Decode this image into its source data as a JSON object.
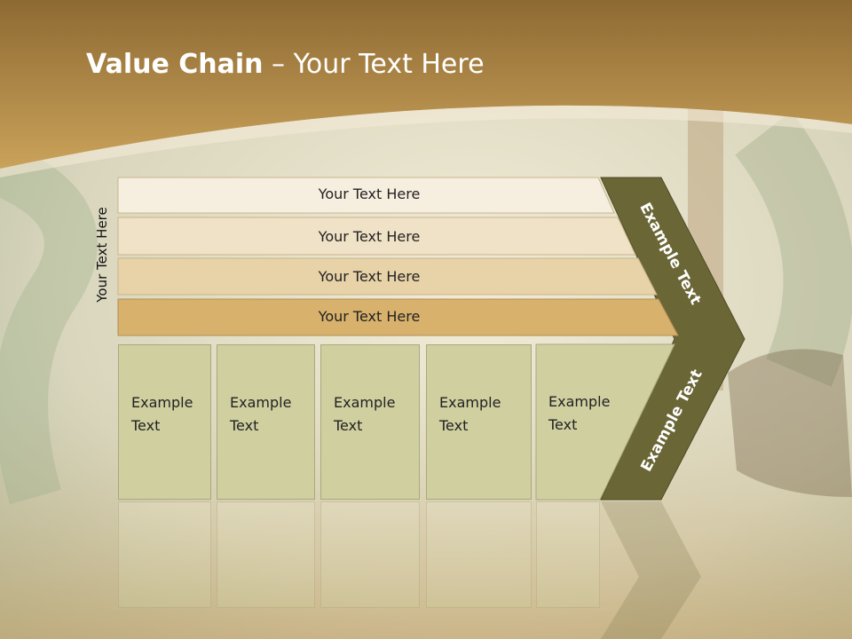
{
  "title": {
    "bold": "Value Chain",
    "rest": " – Your Text Here"
  },
  "side_label": "Your Text Here",
  "bars": [
    {
      "label": "Your Text Here",
      "color": "#f6efe0"
    },
    {
      "label": "Your Text Here",
      "color": "#f0e2c6"
    },
    {
      "label": "Your Text Here",
      "color": "#e8d2a8"
    },
    {
      "label": "Your Text Here",
      "color": "#d8b16c"
    }
  ],
  "boxes": [
    {
      "line1": "Example",
      "line2": "Text"
    },
    {
      "line1": "Example",
      "line2": "Text"
    },
    {
      "line1": "Example",
      "line2": "Text"
    },
    {
      "line1": "Example",
      "line2": "Text"
    },
    {
      "line1": "Example",
      "line2": "Text"
    }
  ],
  "chevron": {
    "upper": "Example Text",
    "lower": "Example Text",
    "color": "#6b6636"
  },
  "colors": {
    "header": "#c4924a",
    "box": "#cfcfa0"
  }
}
